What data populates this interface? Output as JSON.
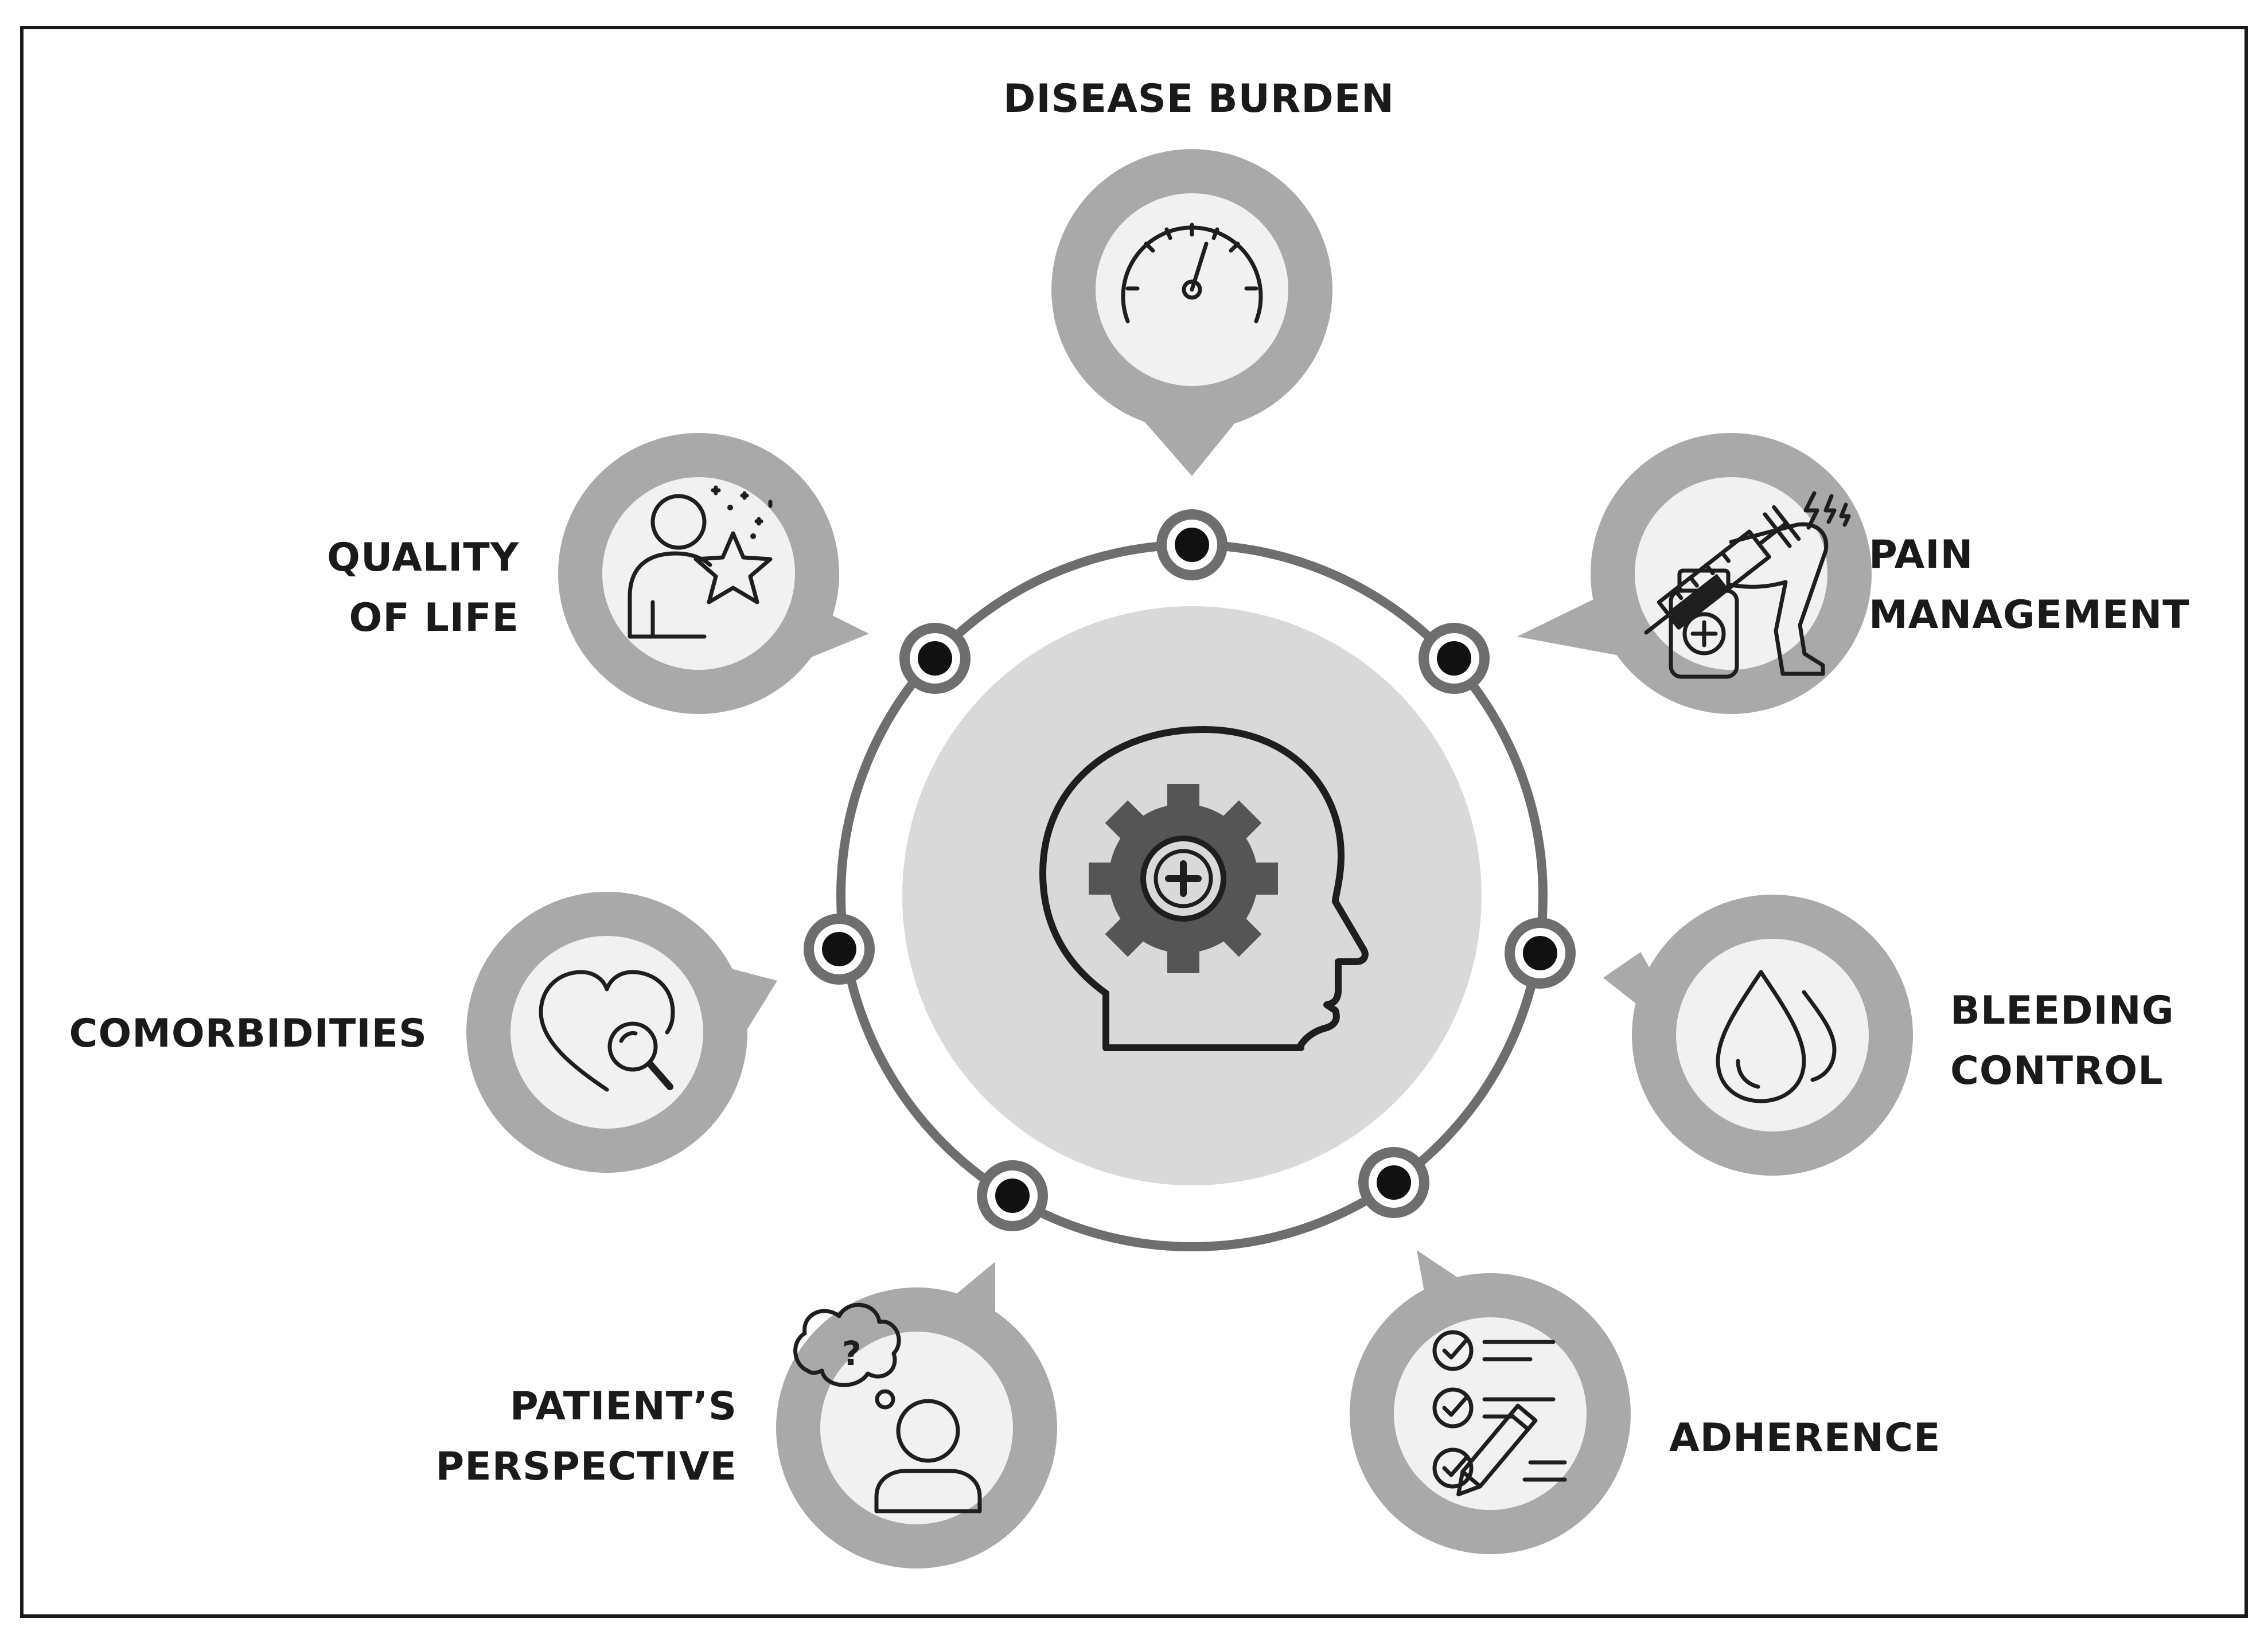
{
  "diagram": {
    "center": {
      "icon": "head-gear-plus-icon"
    },
    "factors": [
      {
        "id": "disease-burden",
        "lines": [
          "DISEASE BURDEN"
        ],
        "icon": "gauge-icon"
      },
      {
        "id": "pain-management",
        "lines": [
          "PAIN",
          "MANAGEMENT"
        ],
        "icon": "syringe-leg-medicine-icon"
      },
      {
        "id": "bleeding-control",
        "lines": [
          "BLEEDING",
          "CONTROL"
        ],
        "icon": "blood-drops-icon"
      },
      {
        "id": "adherence",
        "lines": [
          "ADHERENCE"
        ],
        "icon": "checklist-pencil-icon"
      },
      {
        "id": "patients-perspective",
        "lines": [
          "PATIENT’S",
          "PERSPECTIVE"
        ],
        "icon": "person-thought-cloud-icon"
      },
      {
        "id": "comorbidities",
        "lines": [
          "COMORBIDITIES"
        ],
        "icon": "heart-magnifier-icon"
      },
      {
        "id": "quality-of-life",
        "lines": [
          "QUALITY",
          "OF LIFE"
        ],
        "icon": "person-star-icon"
      }
    ]
  },
  "colors": {
    "frame": "#1a1a1a",
    "bubble_outer": "#a9a9a9",
    "bubble_inner": "#f1f1f1",
    "ring": "#6e6e6e",
    "center_disc": "#d9d9d9",
    "gear": "#555555",
    "text": "#1a1a1a"
  }
}
